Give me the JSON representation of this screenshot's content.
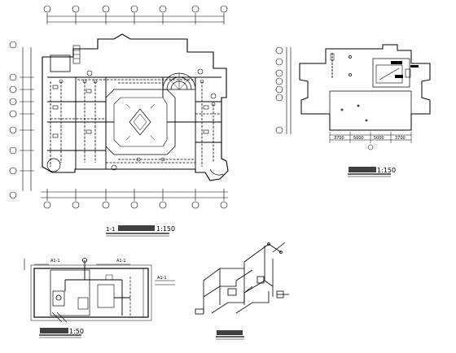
{
  "drawing": {
    "plans": [
      {
        "id": "main-floor-plan",
        "caption_prefix": "1-1",
        "caption_scale": "1:150"
      },
      {
        "id": "roof-plan",
        "caption_scale": "1:150",
        "dimensions": [
          "3700",
          "5000",
          "5000",
          "3700"
        ]
      },
      {
        "id": "pump-room-plan",
        "caption_scale": "1:50",
        "section_marks": [
          "A1-1",
          "A1-1",
          "A1-1"
        ]
      },
      {
        "id": "pipe-isometric",
        "caption_scale": ""
      }
    ]
  },
  "colors": {
    "ink": "#000000",
    "paper": "#ffffff"
  }
}
